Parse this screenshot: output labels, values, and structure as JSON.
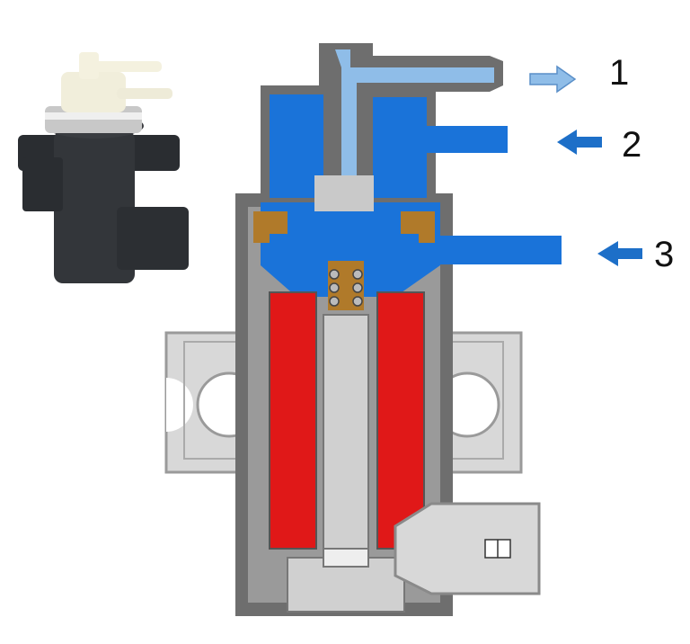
{
  "ports": [
    {
      "label": "1",
      "direction": "out"
    },
    {
      "label": "2",
      "direction": "in"
    },
    {
      "label": "3",
      "direction": "in"
    }
  ],
  "colors": {
    "body_dark": "#6e6e6e",
    "body_mid": "#9a9a9a",
    "bracket": "#d6d6d6",
    "channel_blue": "#1a73d9",
    "out_blue": "#8fbde8",
    "coil_red": "#e01818",
    "seal_brown": "#b07a2a",
    "arrow_blue": "#1d6fc8"
  }
}
